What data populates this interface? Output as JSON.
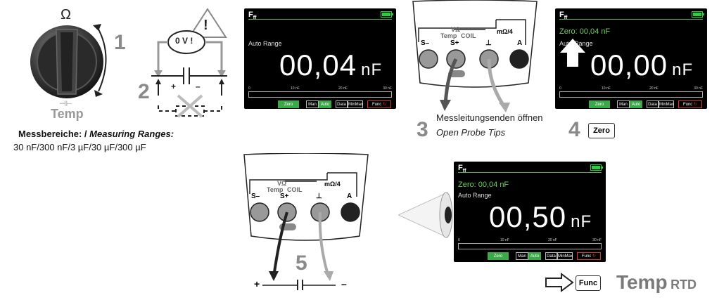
{
  "rotary": {
    "omega_symbol": "Ω",
    "cap_symbol": "⊣⊢",
    "temp_label": "Temp",
    "step": "1"
  },
  "step2": {
    "step": "2",
    "voltage_label": "0 V !",
    "warning_symbol": "!",
    "plus": "+",
    "minus": "–"
  },
  "ranges": {
    "title": "Messbereiche: / ",
    "title_en": "Measuring Ranges:",
    "values": "30 nF/300 nF/3 µF/30 µF/300 µF"
  },
  "meter1": {
    "header": "F",
    "header_sub": "ff",
    "range_label": "Auto Range",
    "value": "00,04",
    "unit": "nF",
    "ticks": [
      "0",
      "10 nF",
      "20 nF",
      "30 nF"
    ],
    "btn_zero": "Zero",
    "btn_man": "Man",
    "btn_auto": "Auto",
    "btn_data": "Data",
    "btn_minmax": "MinMax",
    "btn_func": "Func"
  },
  "meter2": {
    "header": "F",
    "header_sub": "ff",
    "zero_line": "Zero: 00,04 nF",
    "range_label": "Auto Range",
    "value": "00,00",
    "unit": "nF",
    "ticks": [
      "0",
      "10 nF",
      "20 nF",
      "30 nF"
    ],
    "btn_zero": "Zero",
    "btn_man": "Man",
    "btn_auto": "Auto",
    "btn_data": "Data",
    "btn_minmax": "MinMax",
    "btn_func": "Func"
  },
  "meter3": {
    "header": "F",
    "header_sub": "ff",
    "zero_line": "Zero: 00,04 nF",
    "range_label": "Auto Range",
    "value": "00,50",
    "unit": "nF",
    "ticks": [
      "0",
      "10 nF",
      "20 nF",
      "30 nF"
    ],
    "btn_zero": "Zero",
    "btn_man": "Man",
    "btn_auto": "Auto",
    "btn_data": "Data",
    "btn_minmax": "MinMax",
    "btn_func": "Func"
  },
  "jacks": {
    "s_minus": "S–",
    "s_plus": "S+",
    "ground": "⊥",
    "a": "A",
    "v_omega": "VΩ",
    "temp": "Temp",
    "coil": "COIL",
    "mohm": "mΩ/4"
  },
  "step3": {
    "step": "3",
    "text_de": "Messleitungsenden öffnen",
    "text_en": "Open Probe Tips"
  },
  "step4": {
    "step": "4",
    "key": "Zero"
  },
  "step5": {
    "step": "5",
    "plus": "+",
    "minus": "–"
  },
  "func_key": "Func",
  "temp_rtd": {
    "temp": "Temp",
    "rtd": "RTD"
  }
}
